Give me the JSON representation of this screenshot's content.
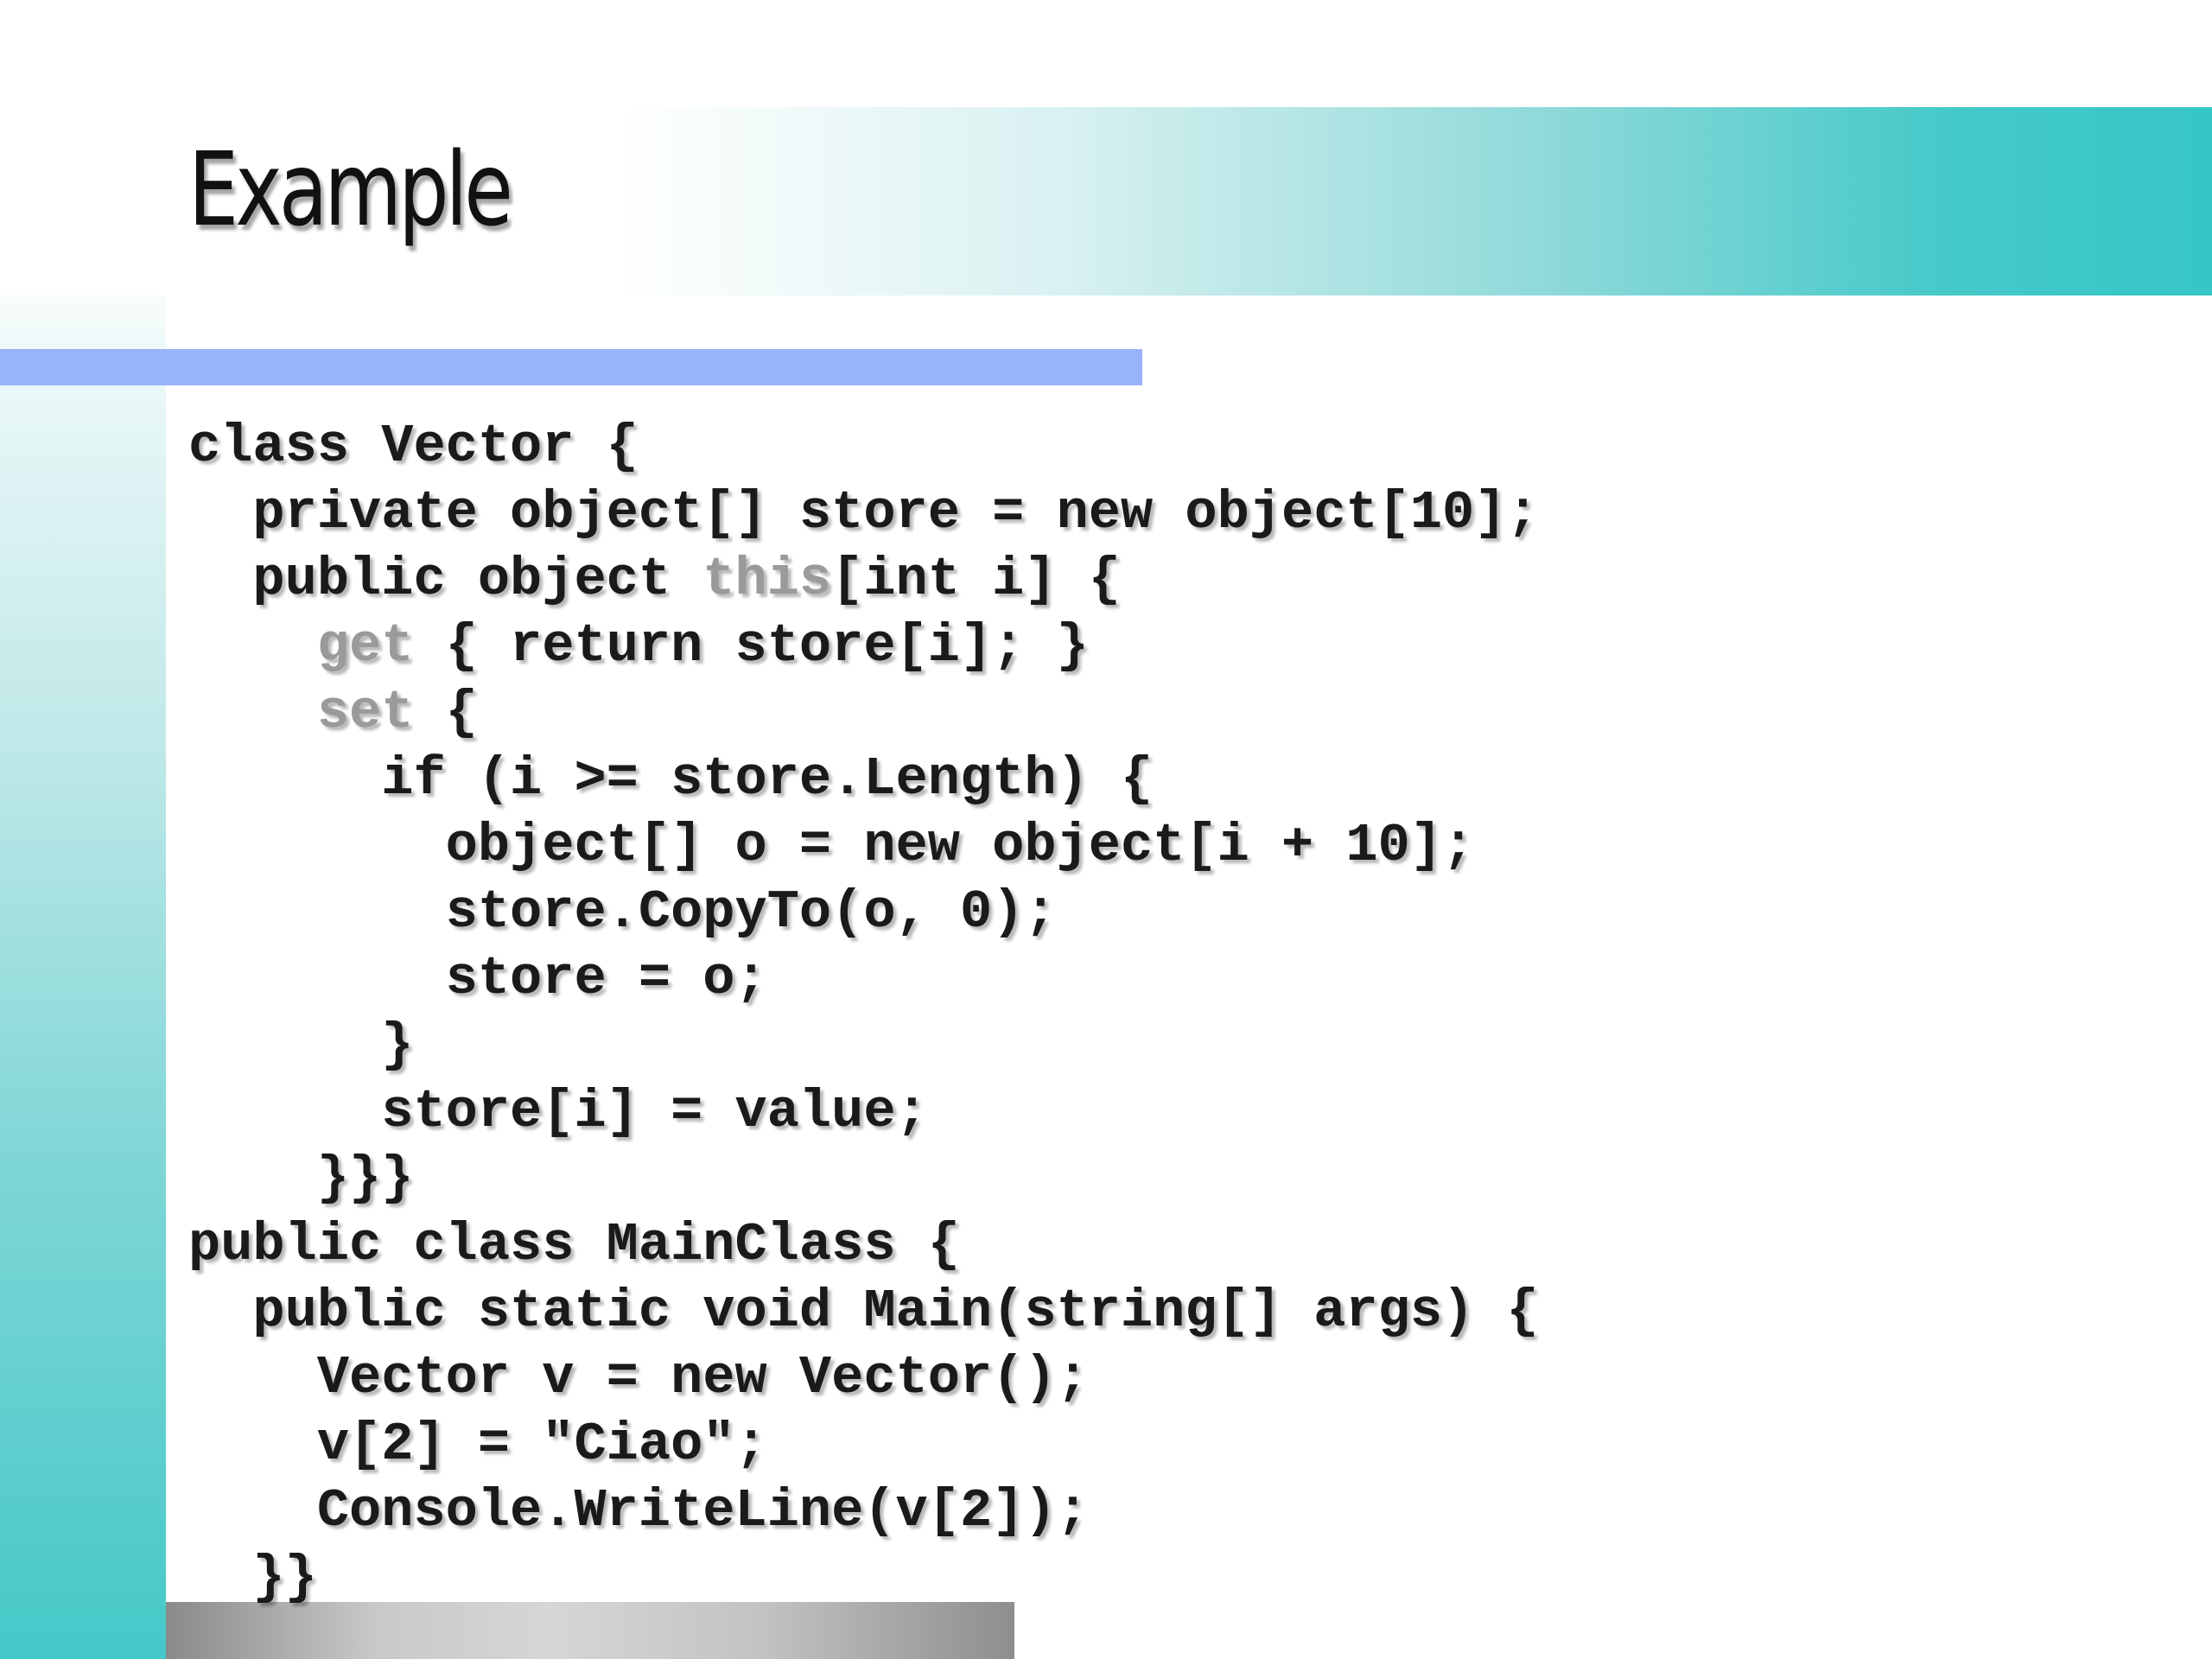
{
  "slide": {
    "title": "Example",
    "code_lines": [
      [
        {
          "text": "class Vector {"
        }
      ],
      [
        {
          "text": "  private object[] store = new object[10];"
        }
      ],
      [
        {
          "text": "  public object "
        },
        {
          "text": "this",
          "muted": true
        },
        {
          "text": "[int i] {"
        }
      ],
      [
        {
          "text": "    "
        },
        {
          "text": "get",
          "muted": true
        },
        {
          "text": " { return store[i]; }"
        }
      ],
      [
        {
          "text": "    "
        },
        {
          "text": "set",
          "muted": true
        },
        {
          "text": " {"
        }
      ],
      [
        {
          "text": "      if (i >= store.Length) {"
        }
      ],
      [
        {
          "text": "        object[] o = new object[i + 10];"
        }
      ],
      [
        {
          "text": "        store.CopyTo(o, 0);"
        }
      ],
      [
        {
          "text": "        store = o;"
        }
      ],
      [
        {
          "text": "      }"
        }
      ],
      [
        {
          "text": "      store[i] = value;"
        }
      ],
      [
        {
          "text": "    }}}"
        }
      ],
      [
        {
          "text": "public class MainClass {"
        }
      ],
      [
        {
          "text": "  public static void Main(string[] args) {"
        }
      ],
      [
        {
          "text": "    Vector v = new Vector();"
        }
      ],
      [
        {
          "text": "    v[2] = \"Ciao\";"
        }
      ],
      [
        {
          "text": "    Console.WriteLine(v[2]);"
        }
      ],
      [
        {
          "text": "  }}"
        }
      ]
    ]
  },
  "colors": {
    "accent_teal": "#36c6c6",
    "accent_blue_bar": "#98b2fb",
    "muted_keyword": "#9a9a9a",
    "code_text": "#1a1a1a"
  }
}
